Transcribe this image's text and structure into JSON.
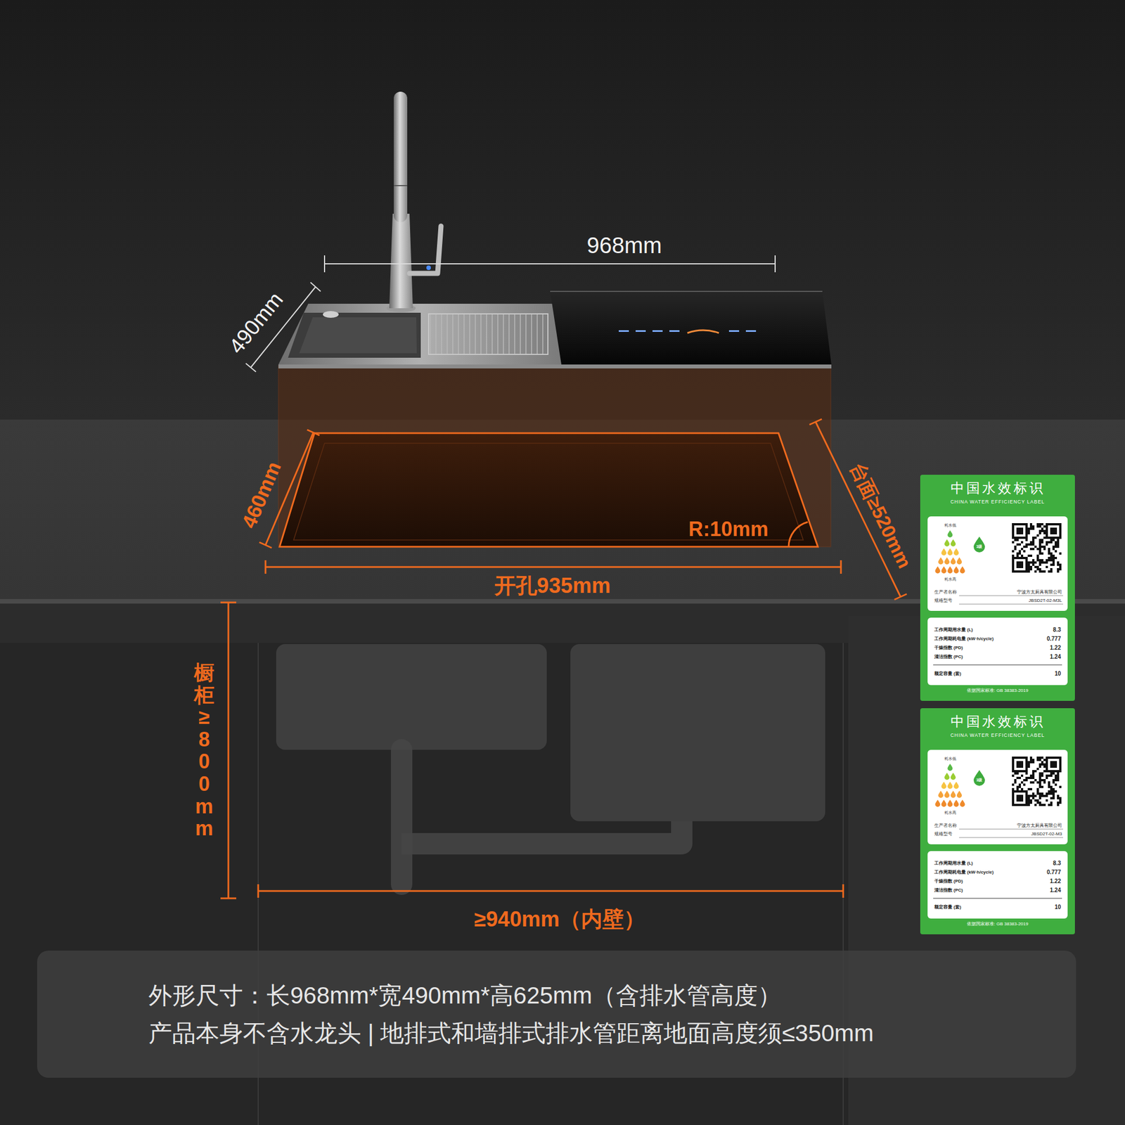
{
  "diagram": {
    "nodes": [
      {
        "text": [
          "中国水效标识",
          "CHINA WATER EFFICIENCY LABEL",
          "依据国家标准: GB 38383-2019"
        ]
      },
      {
        "text": [
          "耗水低",
          "耗水高",
          "1级",
          "生产者名称",
          "宁波方太厨具有限公司",
          "规格型号",
          "JBSD2T-02-M3L"
        ],
        "in": 0
      },
      {
        "text": [
          "工作周期用水量 (L)",
          "8.3",
          "工作周期耗电量 (kW·h/cycle)",
          "0.777",
          "干燥指数 (PD)",
          "1.22",
          "清洁指数 (PC)",
          "1.24",
          "额定容量 (套)",
          "10"
        ],
        "in": 0
      },
      {
        "text": [
          "中国水效标识",
          "CHINA WATER EFFICIENCY LABEL",
          "依据国家标准: GB 38383-2019"
        ]
      },
      {
        "text": [
          "耗水低",
          "耗水高",
          "1级",
          "生产者名称",
          "宁波方太厨具有限公司",
          "规格型号",
          "JBSD2T-02-M3"
        ],
        "in": 3
      },
      {
        "text": [
          "工作周期用水量 (L)",
          "8.3",
          "工作周期耗电量 (kW·h/cycle)",
          "0.777",
          "干燥指数 (PD)",
          "1.22",
          "清洁指数 (PC)",
          "1.24",
          "额定容量 (套)",
          "10"
        ],
        "in": 3
      },
      {
        "text": [
          "外形尺寸：长968mm*宽490mm*高625mm（含排水管高度）",
          "产品本身不含水龙头 | 地排式和墙排式排水管距离地面高度须≤350mm"
        ]
      }
    ],
    "labels": [
      "968mm",
      "490mm",
      "460mm",
      "台面≥520mm",
      "R:10mm",
      "开孔935mm",
      "橱柜≥800mm",
      "≥940mm（内壁）"
    ]
  }
}
